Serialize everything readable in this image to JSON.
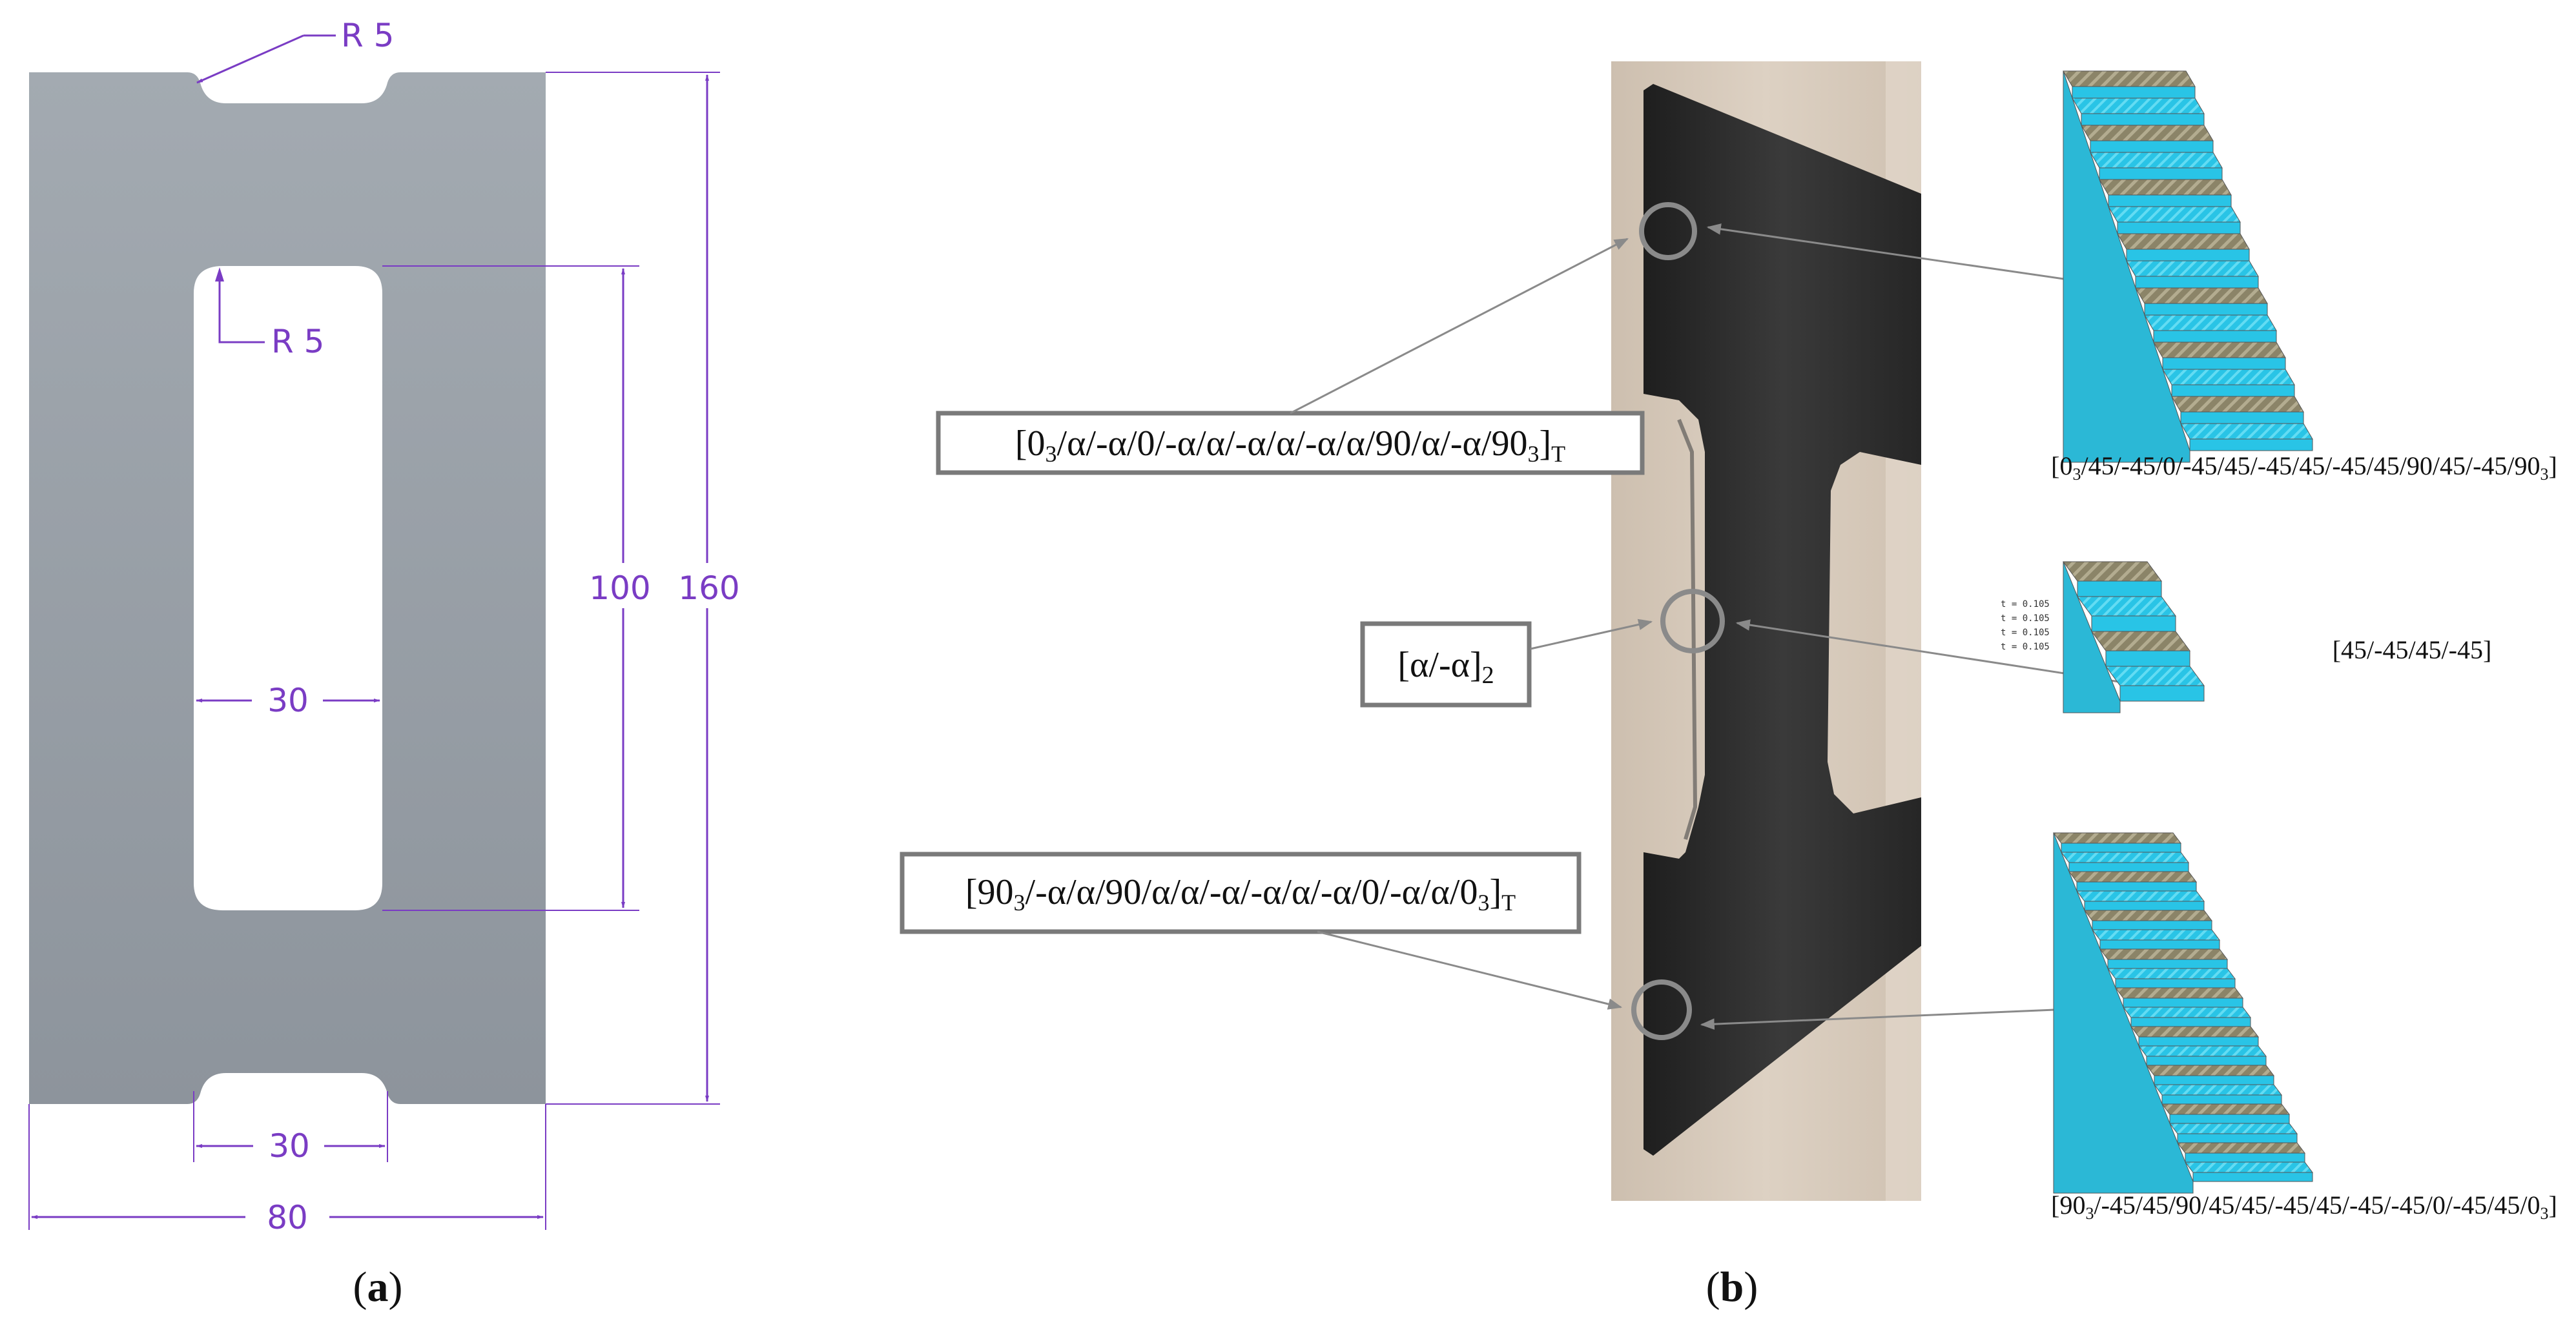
{
  "panel_a": {
    "caption_letter": "a",
    "caption_open": "(",
    "caption_close": ")",
    "dims": {
      "r_top": "R 5",
      "r_inner": "R 5",
      "length_inner": "100",
      "length_total": "160",
      "width_slot": "30",
      "width_notch": "30",
      "width_total": "80"
    },
    "colors": {
      "part": "#9aa1a9",
      "dimension": "#7a3cc4"
    }
  },
  "panel_b": {
    "caption_letter": "b",
    "caption_open": "(",
    "caption_close": ")",
    "labels": {
      "top": {
        "main": "[0",
        "rest": "/α/-α/0/-α/α/-α/α/-α/α/90/α/-α/90",
        "end": "]",
        "sub3": "3",
        "subT": "T"
      },
      "middle": {
        "main": "[α/-α]",
        "sub": "2"
      },
      "bottom": {
        "main": "[90",
        "rest": "/-α/α/90/α/α/-α/-α/α/-α/0/-α/α/0",
        "end": "]",
        "sub3": "3",
        "subT": "T"
      }
    },
    "layups": {
      "top": {
        "a": "[0",
        "b": "/45/-45/0/-45/45/-45/45/-45/45/90/45/-45/90",
        "c": "]",
        "sub": "3"
      },
      "middle": "[45/-45/45/-45]",
      "bottom": {
        "a": "[90",
        "b": "/-45/45/90/45/45/-45/45/-45/-45/0/-45/45/0",
        "c": "]",
        "sub": "3"
      }
    },
    "ply_thickness_label": "t = 0.105",
    "colors": {
      "ply_cyan": "#29c4e6",
      "ply_stripe": "#8b8468",
      "photo_bg": "#d7c9b8",
      "specimen": "#2a2a2a",
      "circle": "#8a8a8a"
    }
  }
}
